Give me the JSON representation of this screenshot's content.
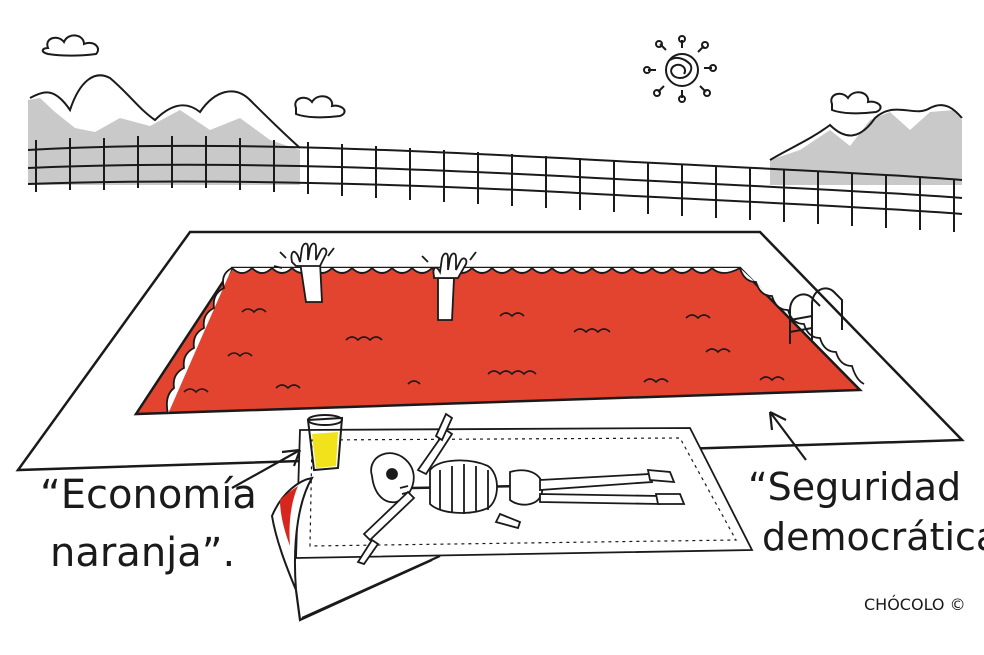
{
  "labels": {
    "left_line1": "“Economía",
    "left_line2": "naranja”.",
    "right_line1": "“Seguridad",
    "right_line2": "democrática”.",
    "signature": "CHÓCOLO ©"
  },
  "colors": {
    "pool_water": "#e2442f",
    "juice": "#f2e21b",
    "mountains": "#c9c9c9",
    "blood": "#d7261e",
    "ink": "#1a1a1a"
  },
  "icons": [
    "sun-virus-icon",
    "cloud-icon",
    "skeleton-figure",
    "scythe-icon",
    "juice-glass-icon",
    "pool-ladder-icon",
    "drowning-hand-icon"
  ]
}
